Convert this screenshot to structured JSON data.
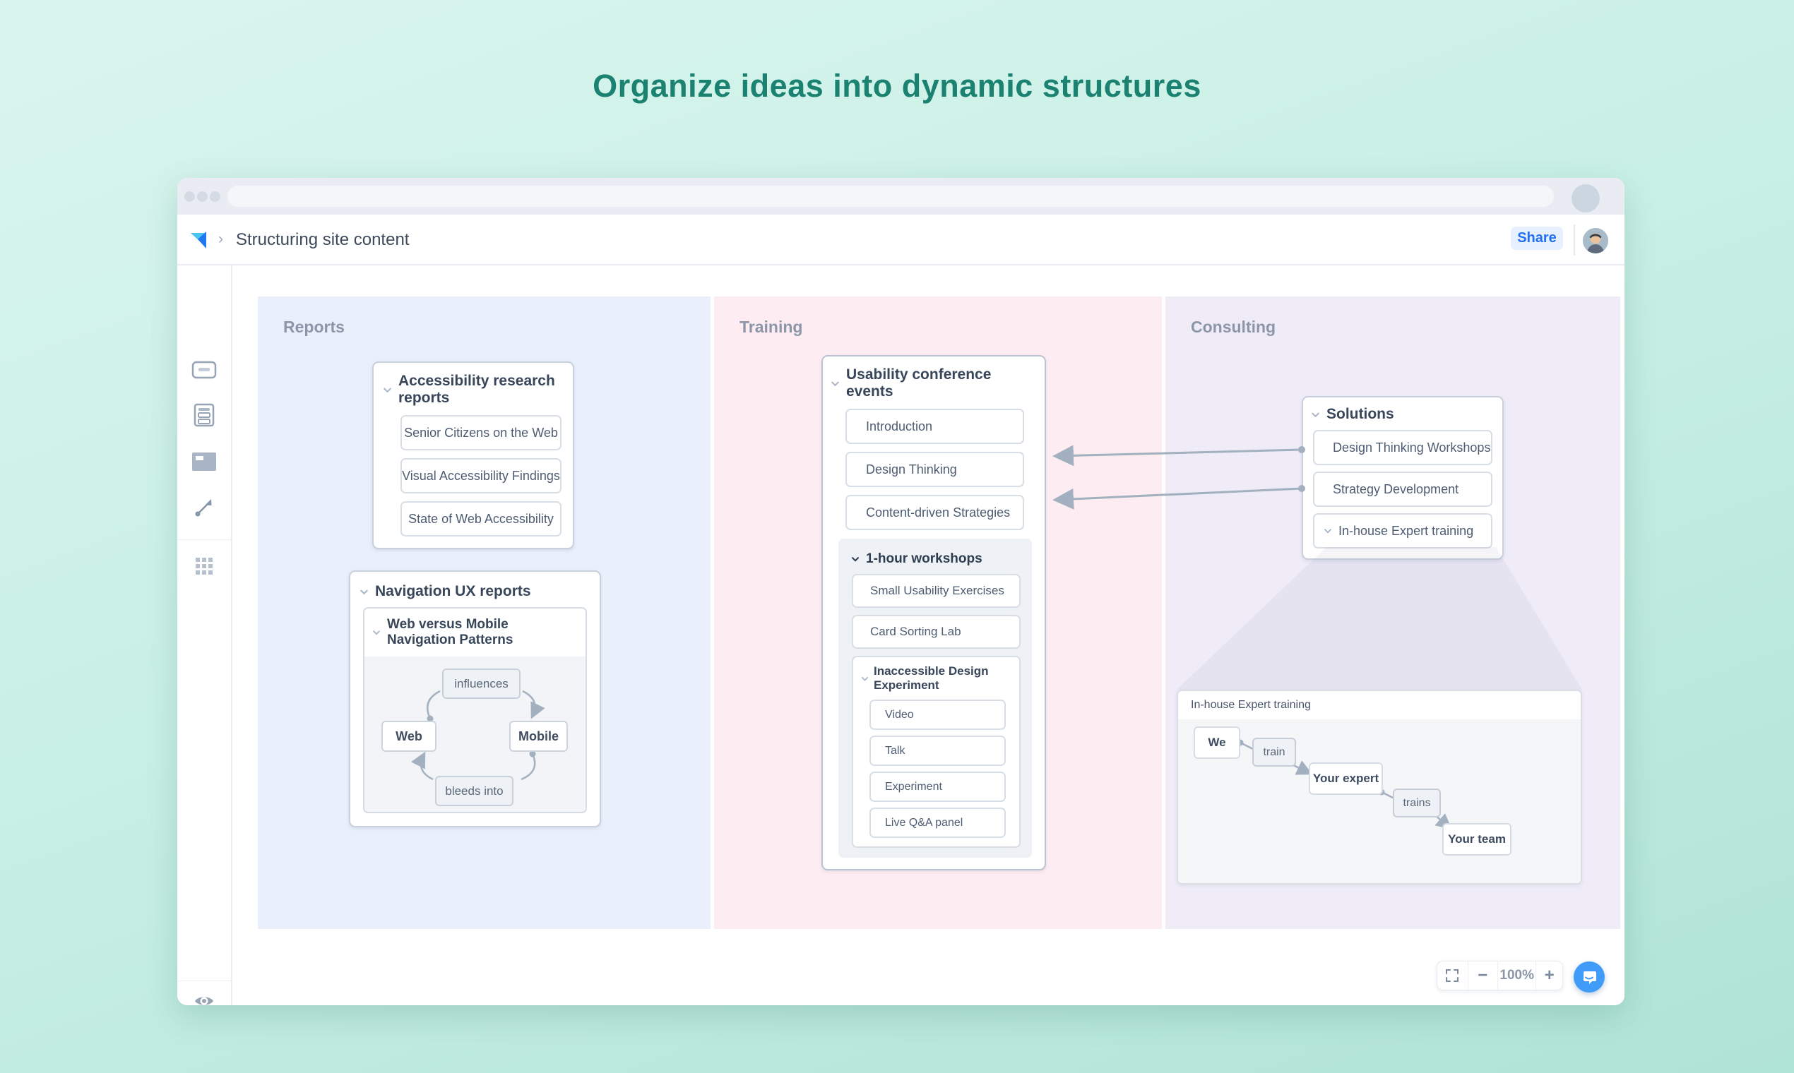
{
  "headline": "Organize ideas into dynamic structures",
  "theme": {
    "accent_green": "#1b8170",
    "share_blue": "#2170f3",
    "chat_blue": "#419bf9",
    "reports_bg": "#e9effb",
    "training_bg": "#fdedf2",
    "consulting_bg": "#efecf8",
    "connector_grey": "#a3b0bf"
  },
  "header": {
    "title": "Structuring site content",
    "share": "Share"
  },
  "sidebar": {
    "icons": [
      "node-icon",
      "outline-icon",
      "board-icon",
      "connector-icon",
      "grid-icon",
      "eye-icon",
      "tags-icon",
      "present-icon"
    ]
  },
  "columns": {
    "reports": "Reports",
    "training": "Training",
    "consulting": "Consulting"
  },
  "reports": {
    "accessibility": {
      "title": "Accessibility research reports",
      "items": [
        "Senior Citizens on the Web",
        "Visual Accessibility Findings",
        "State of Web Accessibility"
      ]
    },
    "navigation": {
      "title": "Navigation UX reports",
      "pattern": {
        "title": "Web versus Mobile Navigation Patterns",
        "top": "influences",
        "left": "Web",
        "right": "Mobile",
        "bottom": "bleeds into"
      }
    }
  },
  "training": {
    "conference": {
      "title": "Usability conference events",
      "items": [
        "Introduction",
        "Design Thinking",
        "Content-driven Strategies"
      ],
      "workshops": {
        "title": "1-hour workshops",
        "items": [
          "Small Usability Exercises",
          "Card Sorting Lab"
        ],
        "experiment": {
          "title": "Inaccessible Design Experiment",
          "items": [
            "Video",
            "Talk",
            "Experiment",
            "Live Q&A panel"
          ]
        }
      }
    }
  },
  "consulting": {
    "solutions": {
      "title": "Solutions",
      "items": [
        "Design Thinking Workshops",
        "Strategy Development",
        "In-house Expert training"
      ]
    },
    "preview": {
      "title": "In-house Expert training",
      "nodes": [
        "We",
        "train",
        "Your expert",
        "trains",
        "Your team"
      ]
    }
  },
  "zoombar": {
    "minus": "−",
    "level": "100%",
    "plus": "+"
  }
}
